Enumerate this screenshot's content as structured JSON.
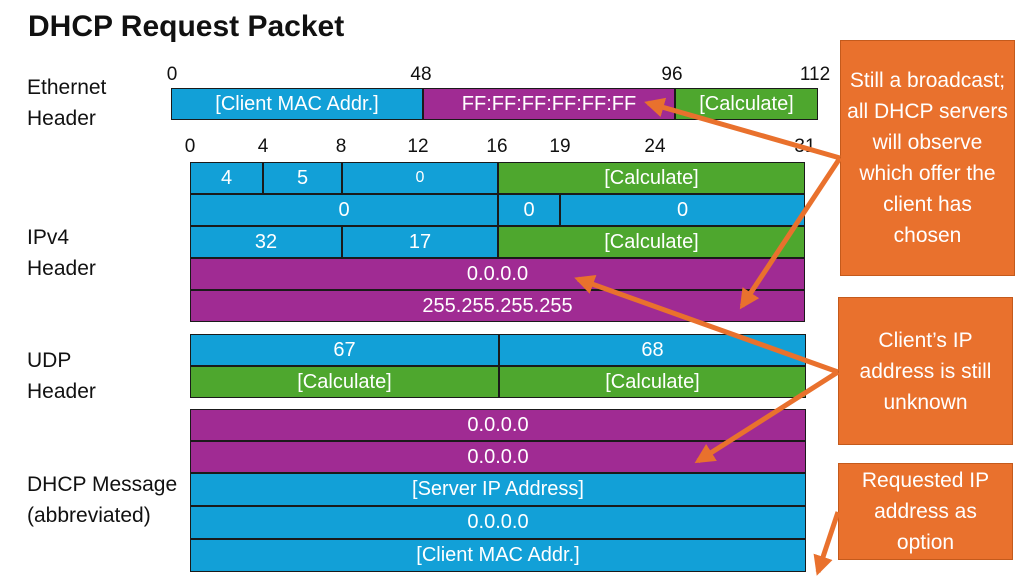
{
  "title": "DHCP Request Packet",
  "labels": {
    "ethernet": "Ethernet Header",
    "ipv4": "IPv4 Header",
    "udp": "UDP Header",
    "dhcp": "DHCP Message (abbreviated)"
  },
  "ethernet_bits": [
    "0",
    "48",
    "96",
    "112"
  ],
  "ipv4_bits": [
    "0",
    "4",
    "8",
    "12",
    "16",
    "19",
    "24",
    "31"
  ],
  "ethernet": {
    "src": "[Client MAC Addr.]",
    "dst": "FF:FF:FF:FF:FF:FF",
    "type": "[Calculate]"
  },
  "ipv4": {
    "version": "4",
    "ihl": "5",
    "tos": "0",
    "total_length": "[Calculate]",
    "identification": "0",
    "flags": "0",
    "fragment_offset": "0",
    "ttl": "32",
    "protocol": "17",
    "checksum": "[Calculate]",
    "src": "0.0.0.0",
    "dst": "255.255.255.255"
  },
  "udp": {
    "src_port": "67",
    "dst_port": "68",
    "length": "[Calculate]",
    "checksum": "[Calculate]"
  },
  "dhcp": {
    "ciaddr": "0.0.0.0",
    "yiaddr": "0.0.0.0",
    "siaddr": "[Server IP Address]",
    "giaddr": "0.0.0.0",
    "chaddr": "[Client MAC Addr.]"
  },
  "notes": {
    "broadcast": "Still a broadcast; all DHCP servers will observe which offer the client has chosen",
    "client_ip": "Client’s IP address is still unknown",
    "requested_ip": "Requested IP address as option"
  },
  "colors": {
    "blue": "#12a0d7",
    "green": "#4ea72e",
    "purple": "#a02b93",
    "orange": "#e9712d"
  }
}
